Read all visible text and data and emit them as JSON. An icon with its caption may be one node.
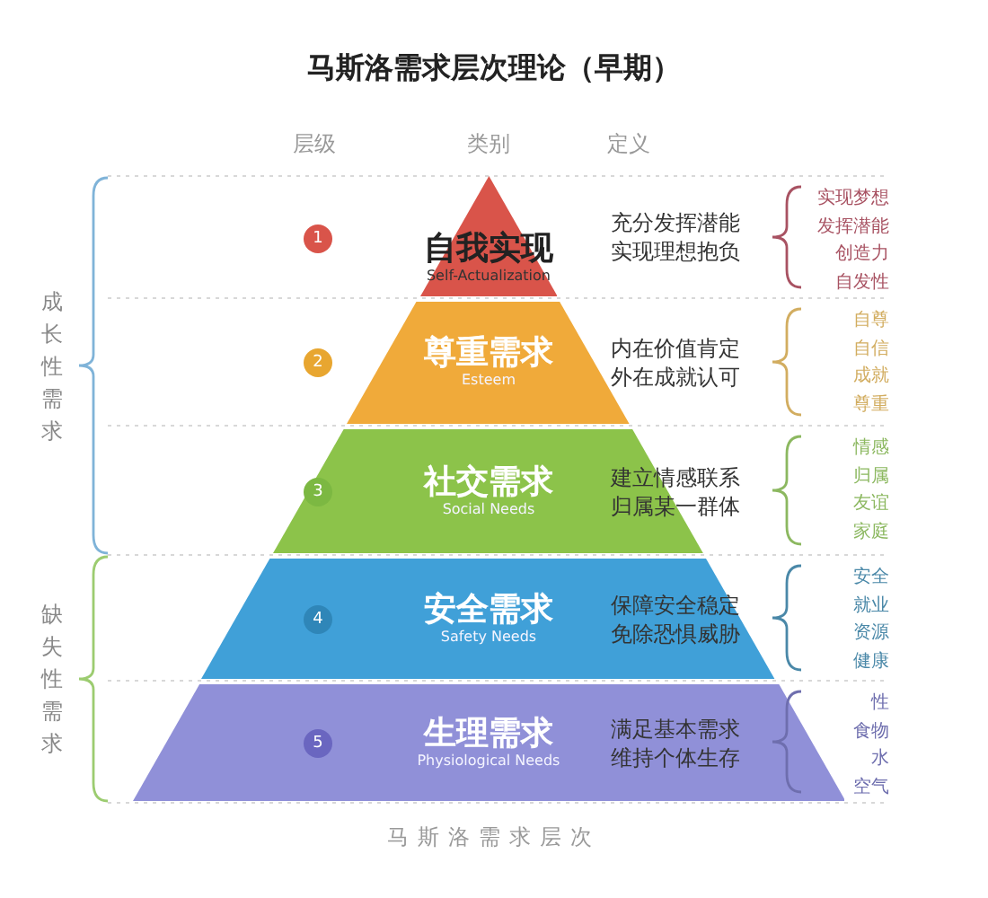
{
  "diagram": {
    "title": "马斯洛需求层次理论（早期）",
    "caption": "马斯洛需求层次",
    "nodes": [
      {
        "text": [
          "1"
        ]
      },
      {
        "text": [
          "自我实现",
          "Self-Actualization"
        ],
        "beside": [
          "充分发挥潜能实现理想抱负"
        ]
      },
      {
        "text": [
          "2"
        ]
      },
      {
        "text": [
          "尊重需求",
          "Esteem"
        ],
        "beside": [
          "内在价值肯定外在成就认可"
        ]
      },
      {
        "text": [
          "社交需求",
          "Social Needs"
        ],
        "beside": [
          "建立情感联系归属某一群体"
        ]
      },
      {
        "text": [
          "3"
        ],
        "in": 4
      },
      {
        "text": [
          "安全需求",
          "Safety Needs"
        ],
        "beside": [
          "保障安全稳定免除恐惧威胁"
        ]
      },
      {
        "text": [
          "4"
        ],
        "in": 6
      },
      {
        "text": [
          "生理需求",
          "Physiological Needs"
        ],
        "beside": [
          "满足基本需求维持个体生存"
        ]
      },
      {
        "text": [
          "5"
        ],
        "in": 8
      }
    ],
    "labels": [
      "层级",
      "类别",
      "定义",
      "成长性需求",
      "实现梦想",
      "发挥潜能",
      "创造力",
      "自发性",
      "自尊",
      "自信",
      "成就",
      "尊重",
      "情感",
      "归属",
      "友谊",
      "家庭",
      "缺失性需求",
      "安全",
      "就业",
      "资源",
      "健康",
      "性",
      "食物",
      "水",
      "空气"
    ]
  }
}
